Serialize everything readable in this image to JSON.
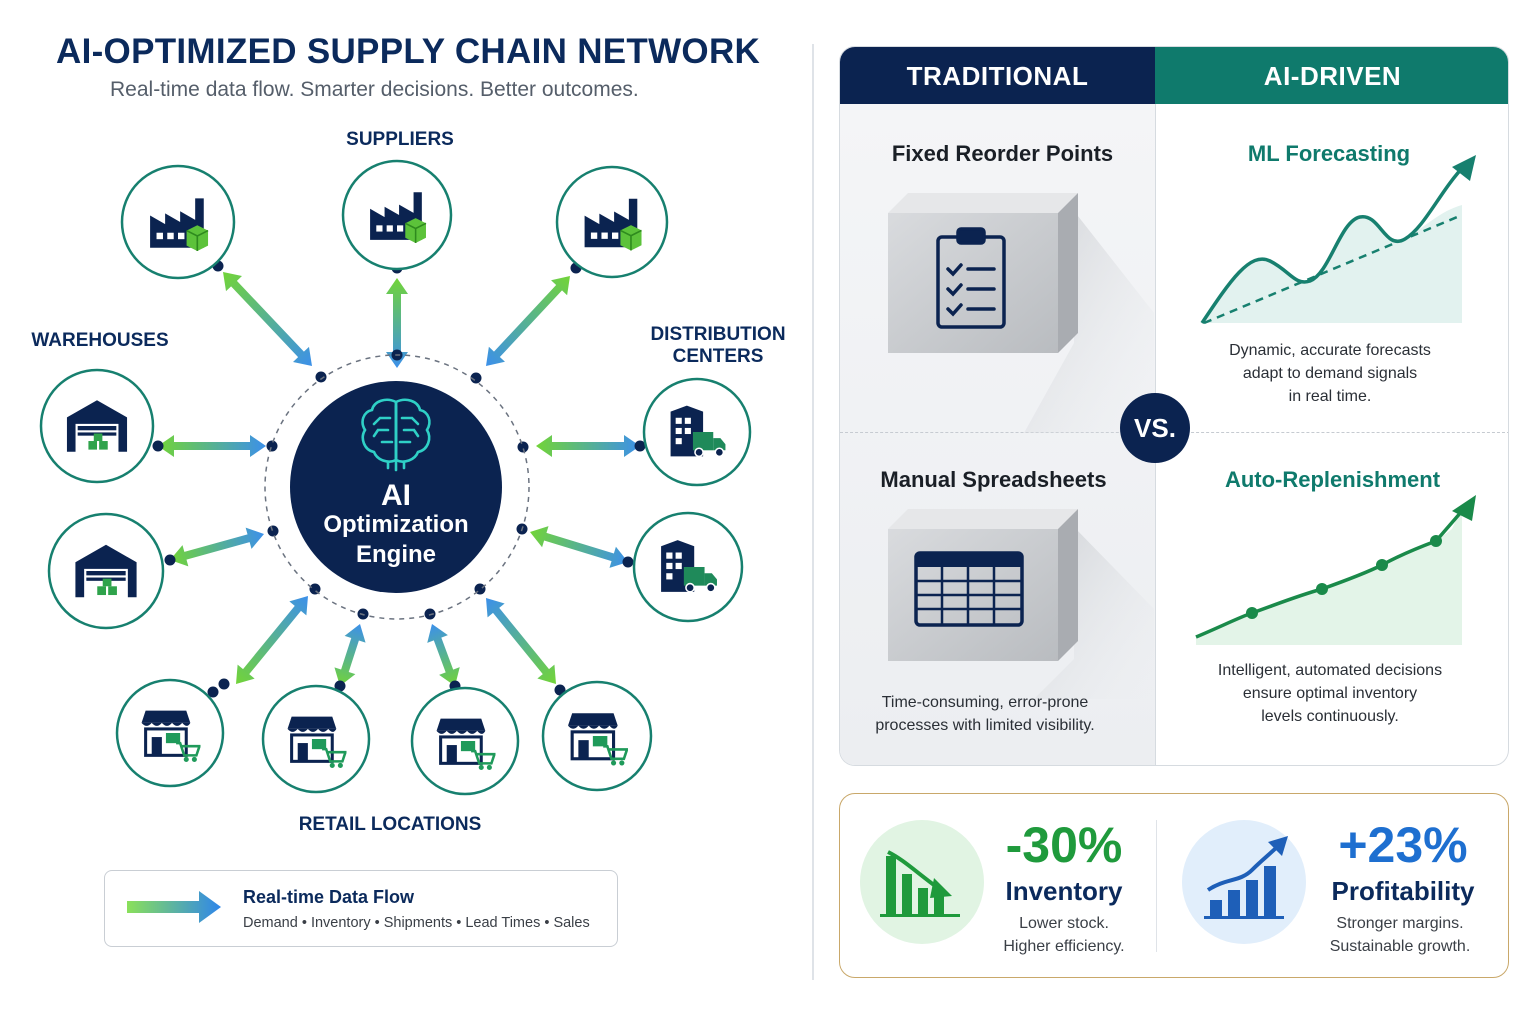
{
  "header": {
    "title": "AI-OPTIMIZED SUPPLY CHAIN NETWORK",
    "subtitle": "Real-time data flow. Smarter decisions. Better outcomes."
  },
  "network": {
    "groups": {
      "suppliers": "SUPPLIERS",
      "warehouses": "WAREHOUSES",
      "distribution_line1": "DISTRIBUTION",
      "distribution_line2": "CENTERS",
      "retail": "RETAIL LOCATIONS"
    },
    "engine": {
      "line1": "AI",
      "line2": "Optimization",
      "line3": "Engine",
      "icon": "brain-circuit-icon"
    },
    "node_icons": {
      "supplier": "factory-icon",
      "warehouse": "warehouse-icon",
      "distribution": "building-truck-icon",
      "retail": "storefront-cart-icon"
    }
  },
  "legend": {
    "title": "Real-time Data Flow",
    "items": "Demand • Inventory • Shipments • Lead Times • Sales"
  },
  "comparison": {
    "left_header": "TRADITIONAL",
    "right_header": "AI-DRIVEN",
    "vs": "VS.",
    "traditional": [
      {
        "title": "Fixed Reorder Points",
        "icon": "clipboard-checklist-icon"
      },
      {
        "title": "Manual Spreadsheets",
        "icon": "spreadsheet-icon"
      }
    ],
    "traditional_desc_line1": "Time-consuming, error-prone",
    "traditional_desc_line2": "processes with limited visibility.",
    "ai": [
      {
        "title": "ML Forecasting",
        "desc_line1": "Dynamic, accurate forecasts",
        "desc_line2": "adapt to demand signals",
        "desc_line3": "in real time."
      },
      {
        "title": "Auto-Replenishment",
        "desc_line1": "Intelligent, automated decisions",
        "desc_line2": "ensure optimal inventory",
        "desc_line3": "levels continuously."
      }
    ]
  },
  "metrics": [
    {
      "value": "-30%",
      "label": "Inventory",
      "desc_line1": "Lower stock.",
      "desc_line2": "Higher efficiency.",
      "icon": "bar-chart-down-icon",
      "color": "#1f9a3c"
    },
    {
      "value": "+23%",
      "label": "Profitability",
      "desc_line1": "Stronger margins.",
      "desc_line2": "Sustainable growth.",
      "icon": "bar-chart-up-icon",
      "color": "#1e6fd0"
    }
  ],
  "colors": {
    "navy": "#0b2350",
    "teal": "#0f7a6c",
    "green": "#2f9e44",
    "blue": "#3c8ee8",
    "gold": "#c9a86a"
  }
}
